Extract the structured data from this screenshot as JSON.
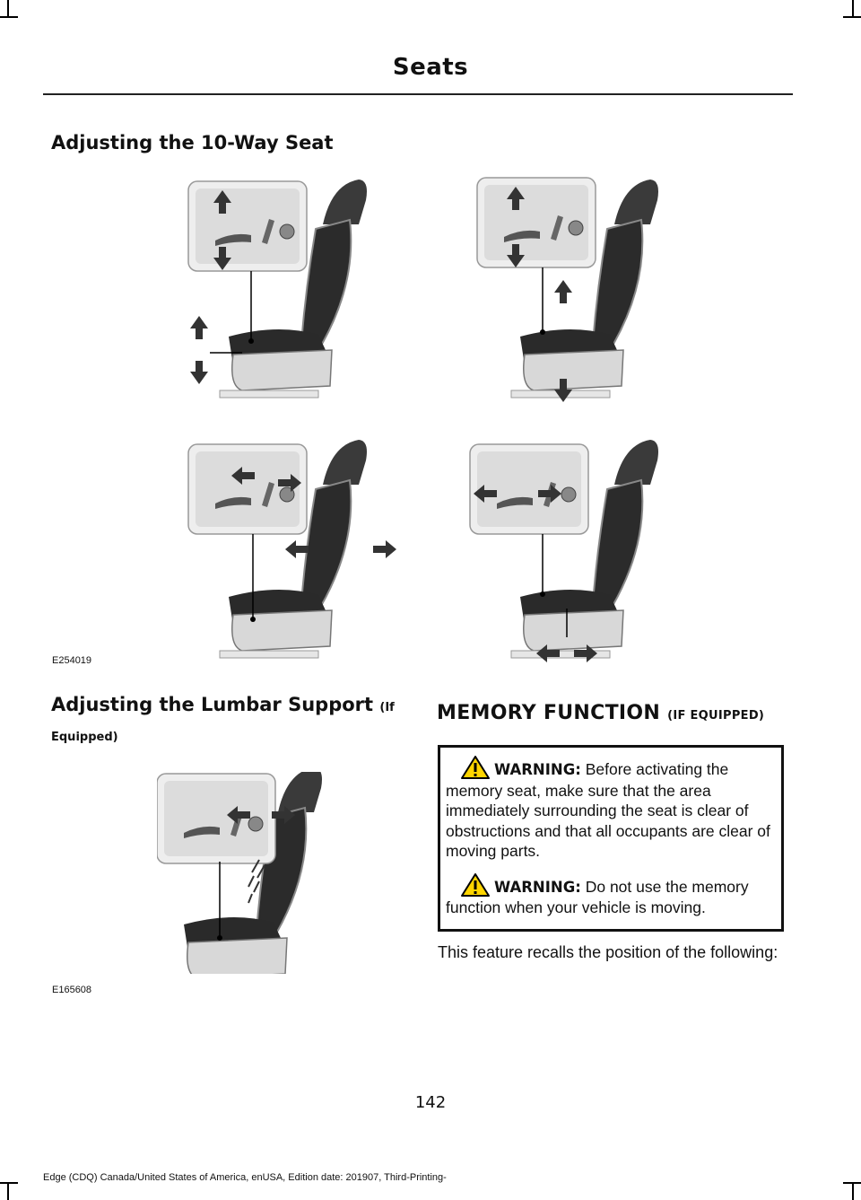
{
  "header": {
    "title": "Seats"
  },
  "sections": {
    "ten_way": {
      "title": "Adjusting the 10-Way Seat",
      "figure_id": "E254019"
    },
    "lumbar": {
      "title_main": "Adjusting the Lumbar Support",
      "title_small_1": "(If",
      "title_small_2": "Equipped)",
      "figure_id": "E165608"
    },
    "memory": {
      "title_main": "MEMORY FUNCTION",
      "title_small": "(IF EQUIPPED)",
      "warnings": [
        {
          "label": "WARNING:",
          "text": "Before activating the memory seat, make sure that the area immediately surrounding the seat is clear of obstructions and that all occupants are clear of moving parts."
        },
        {
          "label": "WARNING:",
          "text": "Do not use the memory function when your vehicle is moving."
        }
      ],
      "body": "This feature recalls the position of the following:"
    }
  },
  "page_number": "142",
  "footer": "Edge (CDQ) Canada/United States of America, enUSA, Edition date: 201907, Third-Printing-"
}
